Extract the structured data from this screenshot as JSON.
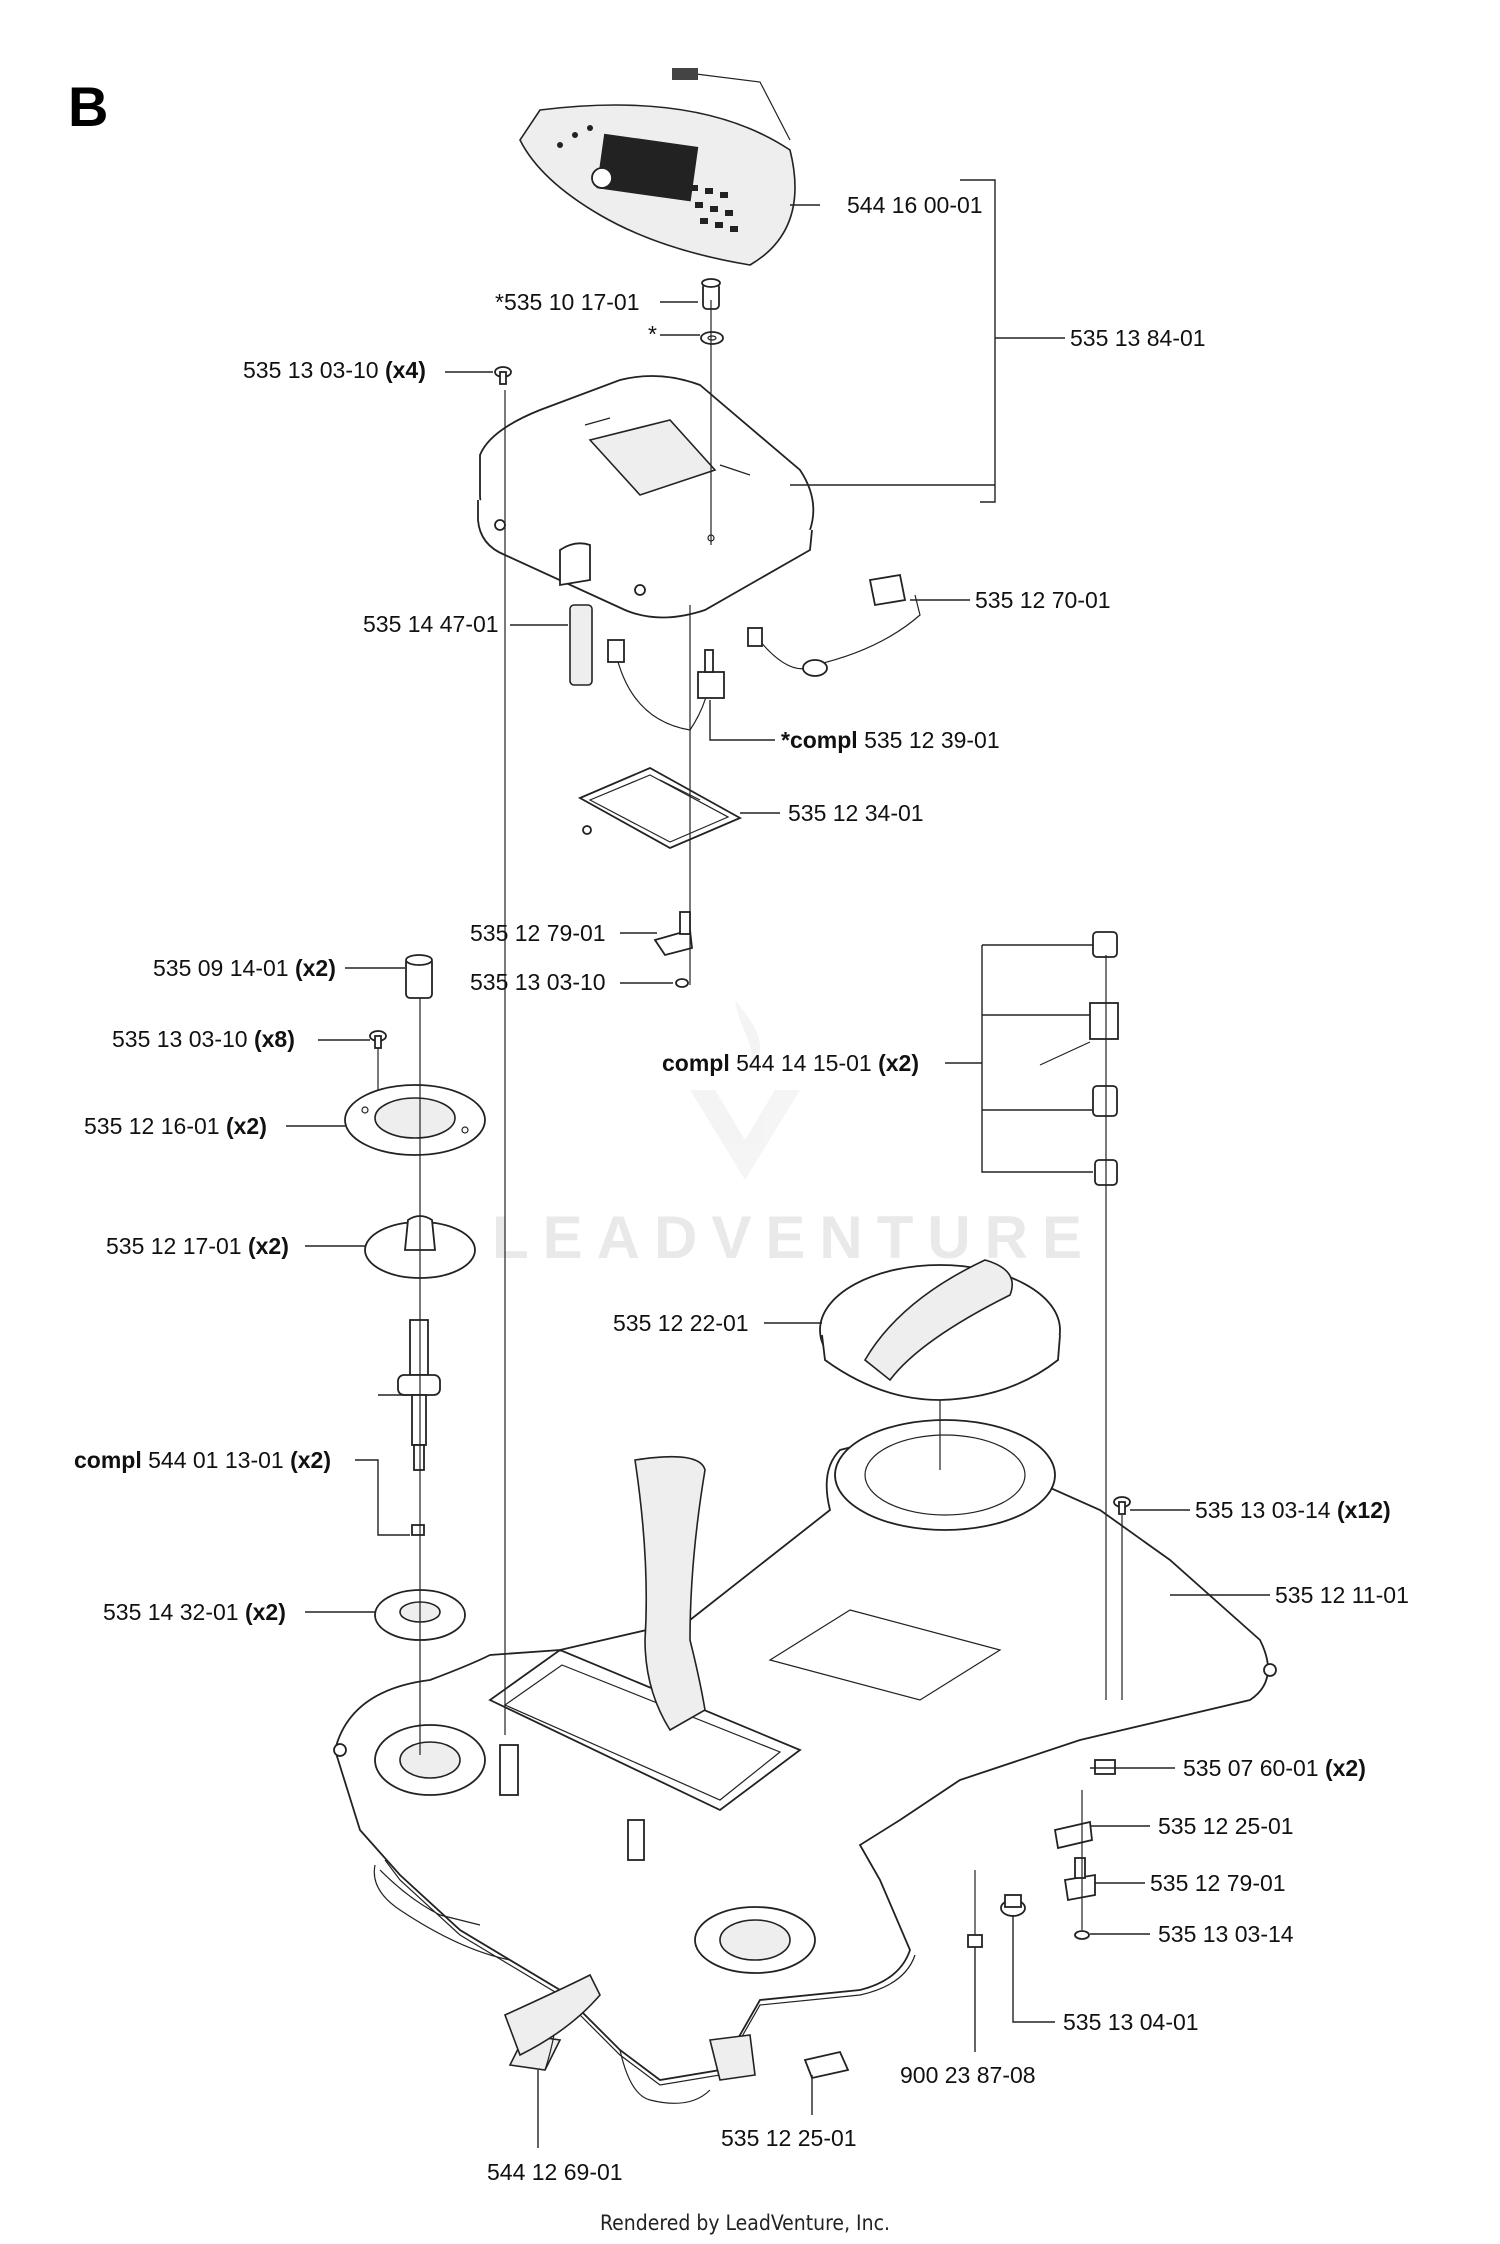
{
  "section_letter": "B",
  "footer": "Rendered by LeadVenture, Inc.",
  "watermark": "LEADVENTURE",
  "callouts": {
    "c01": {
      "number": "544 16 00-01",
      "qualifier": ""
    },
    "c02": {
      "prefix": "*",
      "number": "535 10 17-01"
    },
    "c03": {
      "prefix": "*"
    },
    "c04": {
      "number": "535 13 84-01"
    },
    "c05": {
      "number": "535 13 03-10",
      "qty": "(x4)"
    },
    "c06": {
      "number": "535 12 70-01"
    },
    "c07": {
      "number": "535 14 47-01"
    },
    "c08": {
      "prefix": "*compl",
      "number": "535 12 39-01"
    },
    "c09": {
      "number": "535 12 34-01"
    },
    "c10": {
      "number": "535 12 79-01"
    },
    "c11": {
      "number": "535 13 03-10"
    },
    "c12": {
      "number": "535 09 14-01",
      "qty": "(x2)"
    },
    "c13": {
      "number": "535 13 03-10",
      "qty": "(x8)"
    },
    "c14": {
      "prefix": "compl",
      "number": "544 14 15-01",
      "qty": "(x2)"
    },
    "c15": {
      "number": "535 12 16-01",
      "qty": "(x2)"
    },
    "c16": {
      "number": "535 12 17-01",
      "qty": "(x2)"
    },
    "c17": {
      "number": "535 12 22-01"
    },
    "c18": {
      "prefix": "compl",
      "number": "544 01 13-01",
      "qty": "(x2)"
    },
    "c19": {
      "number": "535 13 03-14",
      "qty": "(x12)"
    },
    "c20": {
      "number": "535 12 11-01"
    },
    "c21": {
      "number": "535 14 32-01",
      "qty": "(x2)"
    },
    "c22": {
      "number": "535 07 60-01",
      "qty": "(x2)"
    },
    "c23": {
      "number": "535 12 25-01"
    },
    "c24": {
      "number": "535 12 79-01"
    },
    "c25": {
      "number": "535 13 03-14"
    },
    "c26": {
      "number": "535 13 04-01"
    },
    "c27": {
      "number": "900 23 87-08"
    },
    "c28": {
      "number": "535 12 25-01"
    },
    "c29": {
      "number": "544 12 69-01"
    }
  }
}
